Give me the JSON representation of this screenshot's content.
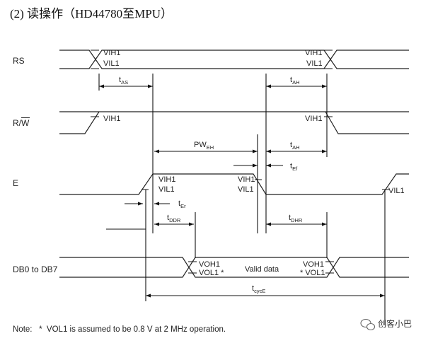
{
  "title": "(2) 读操作（HD44780至MPU）",
  "signals": {
    "rs": "RS",
    "rw": "R/W",
    "e": "E",
    "db": "DB0 to DB7"
  },
  "levels": {
    "vih1": "VIH1",
    "vil1": "VIL1",
    "voh1": "VOH1",
    "vol1_star": "VOL1 *",
    "star_vol1": "* VOL1"
  },
  "timing": {
    "t": "t",
    "pw": "PW",
    "as": "AS",
    "ah": "AH",
    "eh": "EH",
    "ef": "Ef",
    "er": "Er",
    "ddr": "DDR",
    "dhr": "DHR",
    "cyce": "cycE"
  },
  "valid_data": "Valid data",
  "note": "Note:   *  VOL1 is assumed to be 0.8 V at 2 MHz operation.",
  "watermark": "创客小巴",
  "colors": {
    "ink": "#222222",
    "background": "#ffffff"
  }
}
